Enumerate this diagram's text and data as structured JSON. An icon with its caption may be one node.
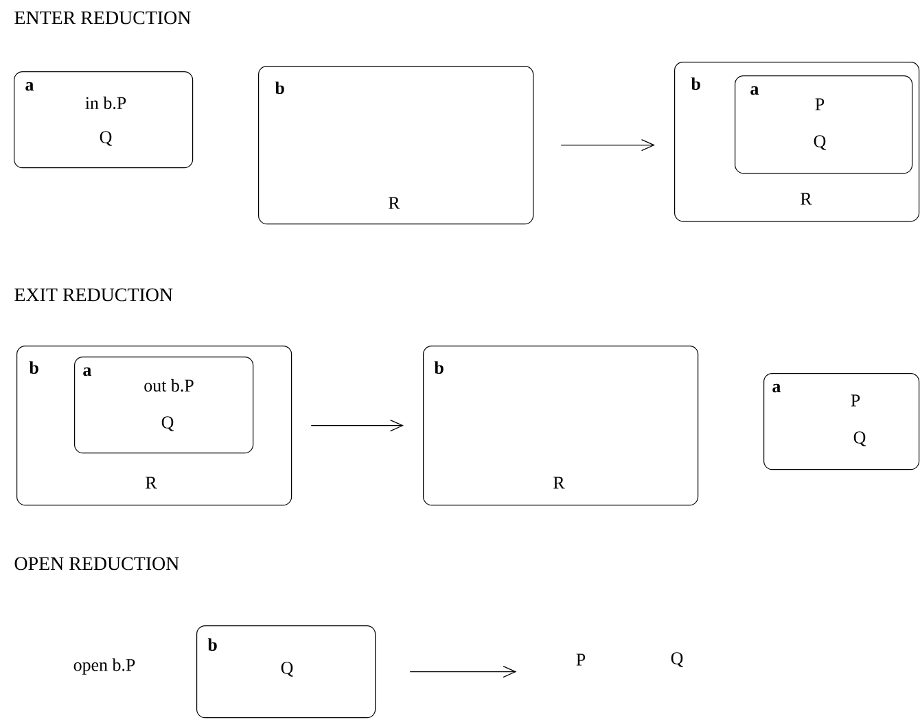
{
  "diagram": {
    "nodes": [
      {
        "text": [
          "a",
          "in b.P",
          "Q"
        ]
      },
      {
        "text": [
          "b",
          "R"
        ]
      },
      {
        "text": [
          "b",
          "R"
        ]
      },
      {
        "text": [
          "a",
          "P",
          "Q"
        ],
        "in": 2
      },
      {
        "text": [
          "b",
          "R"
        ]
      },
      {
        "text": [
          "a",
          "out b.P",
          "Q"
        ],
        "in": 4
      },
      {
        "text": [
          "b",
          "R"
        ]
      },
      {
        "text": [
          "a",
          "P",
          "Q"
        ]
      },
      {
        "text": [
          "b",
          "Q"
        ]
      },
      {
        "text": [
          "P"
        ]
      }
    ],
    "edges": [
      {
        "from": 1,
        "to": 2,
        "arrow": "to"
      },
      {
        "from": 4,
        "to": 6,
        "arrow": "to"
      },
      {
        "from": 8,
        "to": 9,
        "arrow": "to"
      }
    ],
    "labels": [
      "ENTER REDUCTION",
      "EXIT REDUCTION",
      "OPEN REDUCTION",
      "open b.P",
      "Q"
    ]
  }
}
